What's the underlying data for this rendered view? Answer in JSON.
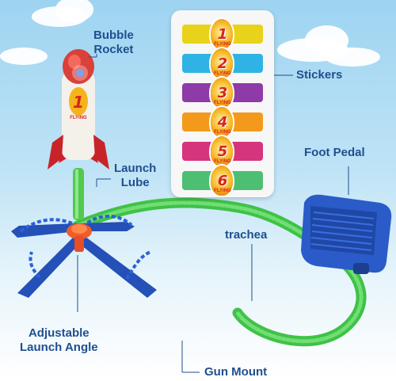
{
  "labels": {
    "bubble_rocket": "Bubble\nRocket",
    "launch_lube": "Launch\nLube",
    "stickers": "Stickers",
    "foot_pedal": "Foot Pedal",
    "trachea": "trachea",
    "adjustable_launch_angle": "Adjustable\nLaunch Angle",
    "gun_mount": "Gun Mount"
  },
  "rocket": {
    "fin_text": "FLYING"
  },
  "stickers": [
    {
      "number": "1",
      "word": "FLYING",
      "color": "#e9d21a"
    },
    {
      "number": "2",
      "word": "FLYING",
      "color": "#2fb3e4"
    },
    {
      "number": "3",
      "word": "FLYING",
      "color": "#8e3aa8"
    },
    {
      "number": "4",
      "word": "FLYING",
      "color": "#f39a1d"
    },
    {
      "number": "5",
      "word": "FLYING",
      "color": "#d4357d"
    },
    {
      "number": "6",
      "word": "FLYING",
      "color": "#4cbf73"
    }
  ],
  "colors": {
    "label_text": "#1f4f8f",
    "hose": "#47d14f",
    "launch_stand": "#2450b8",
    "pedal": "#2a5bc8",
    "rocket_body": "#f4f1ea",
    "rocket_fin": "#c9232a",
    "nose_cone": "#d9413a"
  },
  "icons": [
    "rocket-icon",
    "foot-pedal-icon",
    "launch-stand-icon",
    "hose-icon"
  ]
}
